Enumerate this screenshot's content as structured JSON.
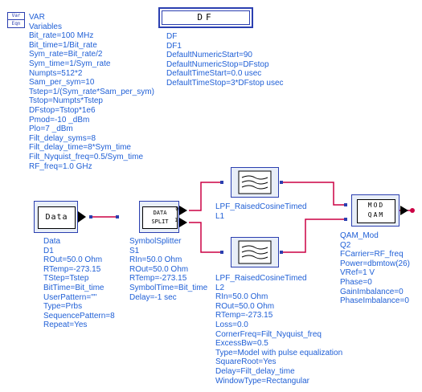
{
  "var": {
    "icon_top": "Var",
    "icon_bottom": "Eqn",
    "title": "VAR",
    "subtitle": "Variables",
    "lines": [
      "Bit_rate=100 MHz",
      "Bit_time=1/Bit_rate",
      "Sym_rate=Bit_rate/2",
      "Sym_time=1/Sym_rate",
      "Numpts=512*2",
      "Sam_per_sym=10",
      "Tstep=1/(Sym_rate*Sam_per_sym)",
      "Tstop=Numpts*Tstep",
      "DFstop=Tstop*1e6",
      "Pmod=-10 _dBm",
      "Plo=7 _dBm",
      "Filt_delay_syms=8",
      "Filt_delay_time=8*Sym_time",
      "Filt_Nyquist_freq=0.5/Sym_time",
      "RF_freq=1.0 GHz"
    ]
  },
  "df": {
    "box_label": "DF",
    "title": "DF",
    "instance": "DF1",
    "lines": [
      "DefaultNumericStart=90",
      "DefaultNumericStop=DFstop",
      "DefaultTimeStart=0.0 usec",
      "DefaultTimeStop=3*DFstop usec"
    ]
  },
  "data": {
    "box_label": "Data",
    "title": "Data",
    "instance": "D1",
    "lines": [
      "ROut=50.0 Ohm",
      "RTemp=-273.15",
      "TStep=Tstep",
      "BitTime=Bit_time",
      "UserPattern=\"\"",
      "Type=Prbs",
      "SequencePattern=8",
      "Repeat=Yes"
    ]
  },
  "splitter": {
    "box_top": "DATA",
    "box_bottom": "SPLIT",
    "pin_q": "Q",
    "pin_i": "I",
    "title": "SymbolSplitter",
    "instance": "S1",
    "lines": [
      "RIn=50.0 Ohm",
      "ROut=50.0 Ohm",
      "RTemp=-273.15",
      "SymbolTime=Bit_time",
      "Delay=-1 sec"
    ]
  },
  "lpf1": {
    "title": "LPF_RaisedCosineTimed",
    "instance": "L1"
  },
  "lpf2": {
    "title": "LPF_RaisedCosineTimed",
    "instance": "L2",
    "lines": [
      "RIn=50.0 Ohm",
      "ROut=50.0 Ohm",
      "RTemp=-273.15",
      "Loss=0.0",
      "CornerFreq=Filt_Nyquist_freq",
      "ExcessBw=0.5",
      "Type=Model with pulse equalization",
      "SquareRoot=Yes",
      "Delay=Filt_delay_time",
      "WindowType=Rectangular"
    ]
  },
  "qam": {
    "box_top": "MOD",
    "box_bottom": "QAM",
    "title": "QAM_Mod",
    "instance": "Q2",
    "lines": [
      "FCarrier=RF_freq",
      "Power=dbmtow(26)",
      "VRef=1 V",
      "Phase=0",
      "GainImbalance=0",
      "PhaseImbalance=0"
    ]
  },
  "colors": {
    "label_blue": "#1f5fd6",
    "wire_red": "#cc0044",
    "block_blue": "#2b3fb0",
    "block_fill": "#e8eef8"
  }
}
